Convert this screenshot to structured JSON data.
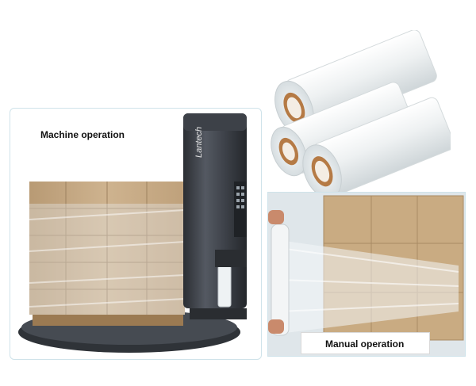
{
  "labels": {
    "machine": "Machine operation",
    "manual": "Manual operation"
  },
  "brand_on_machine": "Lantech",
  "colors": {
    "panel_border": "#cfe3ea",
    "cardboard": "#c9ae8a",
    "machine_dark": "#3b3f46",
    "film": "#eef2f4"
  }
}
